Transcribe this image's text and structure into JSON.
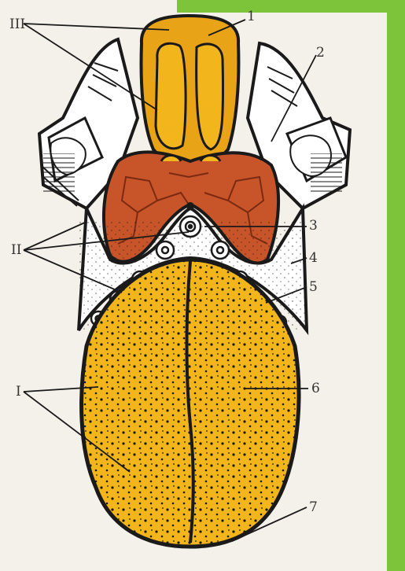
{
  "figure": {
    "colors": {
      "paper": "#f4f1ea",
      "accent_green": "#7dc43a",
      "tongue_body": "#f2b51c",
      "epiglottis": "#e8a416",
      "tonsil_tissue": "#c8542a",
      "outline": "#1a1a1a"
    },
    "labels": {
      "num_1": "1",
      "num_2": "2",
      "num_3": "3",
      "num_4": "4",
      "num_5": "5",
      "num_6": "6",
      "num_7": "7",
      "roman_top": "III",
      "roman_mid": "II",
      "roman_bottom": "I"
    }
  }
}
